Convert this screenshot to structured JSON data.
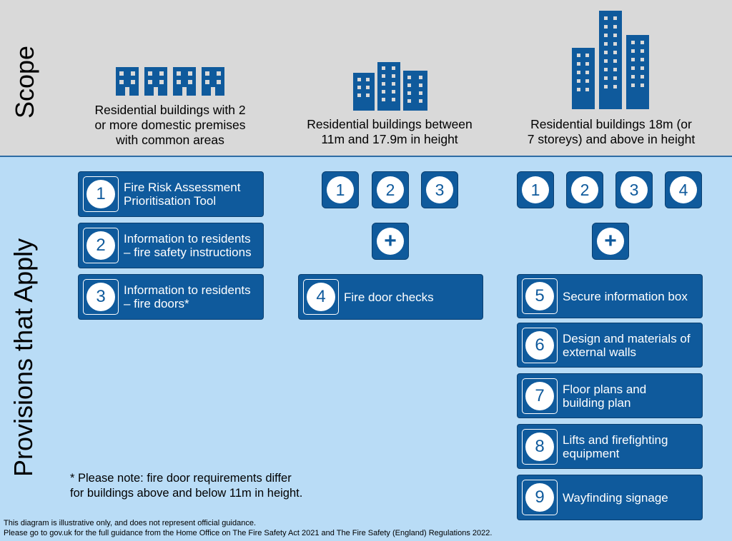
{
  "labels": {
    "scope": "Scope",
    "provisions": "Provisions that Apply"
  },
  "colors": {
    "primary_blue": "#0f5a9c",
    "scope_bg": "#d9d9d9",
    "provisions_bg": "#b9dcf6"
  },
  "columns": [
    {
      "icon": "four-low-buildings-icon",
      "scope_lines": [
        "Residential buildings with 2",
        "or more domestic premises",
        "with common areas"
      ]
    },
    {
      "icon": "three-mid-buildings-icon",
      "scope_lines": [
        "Residential buildings between",
        "11m and 17.9m in height"
      ]
    },
    {
      "icon": "three-tall-buildings-icon",
      "scope_lines": [
        "Residential buildings  18m (or",
        "7 storeys) and above in height"
      ]
    }
  ],
  "provisions": {
    "col1": [
      {
        "num": "1",
        "lines": [
          "Fire Risk Assessment",
          "Prioritisation Tool"
        ]
      },
      {
        "num": "2",
        "lines": [
          "Information to residents",
          "– fire safety instructions"
        ]
      },
      {
        "num": "3",
        "lines": [
          "Information to residents",
          "– fire doors*"
        ]
      }
    ],
    "col2_chips": [
      "1",
      "2",
      "3"
    ],
    "col2_plus": "+",
    "col2": [
      {
        "num": "4",
        "lines": [
          "Fire door checks"
        ]
      }
    ],
    "col3_chips": [
      "1",
      "2",
      "3",
      "4"
    ],
    "col3_plus": "+",
    "col3": [
      {
        "num": "5",
        "lines": [
          "Secure information box"
        ]
      },
      {
        "num": "6",
        "lines": [
          "Design and materials of",
          "external walls"
        ]
      },
      {
        "num": "7",
        "lines": [
          "Floor plans and",
          "building plan"
        ]
      },
      {
        "num": "8",
        "lines": [
          "Lifts and firefighting",
          "equipment"
        ]
      },
      {
        "num": "9",
        "lines": [
          "Wayfinding signage"
        ]
      }
    ]
  },
  "note": {
    "line1": "* Please note: fire door requirements differ",
    "line2": "for buildings  above and below  11m in height."
  },
  "disclaimer": {
    "line1": "This diagram is illustrative only, and does not represent official guidance.",
    "line2": "Please go to gov.uk for the full guidance from the Home Office on The Fire Safety Act 2021 and The Fire Safety (England) Regulations 2022."
  }
}
